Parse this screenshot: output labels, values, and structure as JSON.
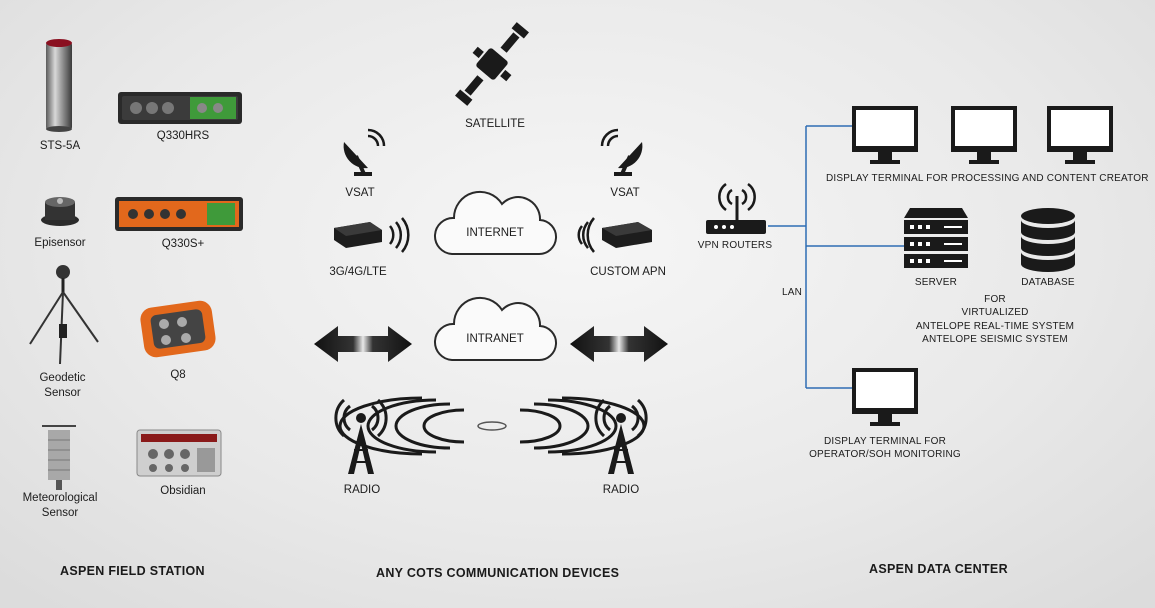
{
  "sections": {
    "field_station": "ASPEN FIELD STATION",
    "communication": "ANY COTS COMMUNICATION DEVICES",
    "data_center": "ASPEN DATA CENTER"
  },
  "field": {
    "sts5a": "STS-5A",
    "q330hrs": "Q330HRS",
    "episensor": "Episensor",
    "q330s": "Q330S+",
    "geodetic_l1": "Geodetic",
    "geodetic_l2": "Sensor",
    "q8": "Q8",
    "met_l1": "Meteorological",
    "met_l2": "Sensor",
    "obsidian": "Obsidian"
  },
  "comm": {
    "satellite": "SATELLITE",
    "vsat_left": "VSAT",
    "vsat_right": "VSAT",
    "lte": "3G/4G/LTE",
    "custom_apn": "CUSTOM APN",
    "internet": "INTERNET",
    "intranet": "INTRANET",
    "radio_left": "RADIO",
    "radio_right": "RADIO"
  },
  "datacenter": {
    "vpn_routers": "VPN ROUTERS",
    "lan": "LAN",
    "display_processing": "DISPLAY TERMINAL FOR PROCESSING AND CONTENT CREATOR",
    "server": "SERVER",
    "database": "DATABASE",
    "for": "FOR",
    "virtualized": "VIRTUALIZED",
    "antelope_rt": "ANTELOPE REAL-TIME SYSTEM",
    "antelope_seis": "ANTELOPE SEISMIC SYSTEM",
    "display_operator_l1": "DISPLAY TERMINAL FOR",
    "display_operator_l2": "OPERATOR/SOH MONITORING"
  },
  "colors": {
    "lan_line": "#2e6db4",
    "device_orange": "#e2681c",
    "device_green": "#3f9a3a",
    "icon_dark": "#1a1a1a"
  }
}
